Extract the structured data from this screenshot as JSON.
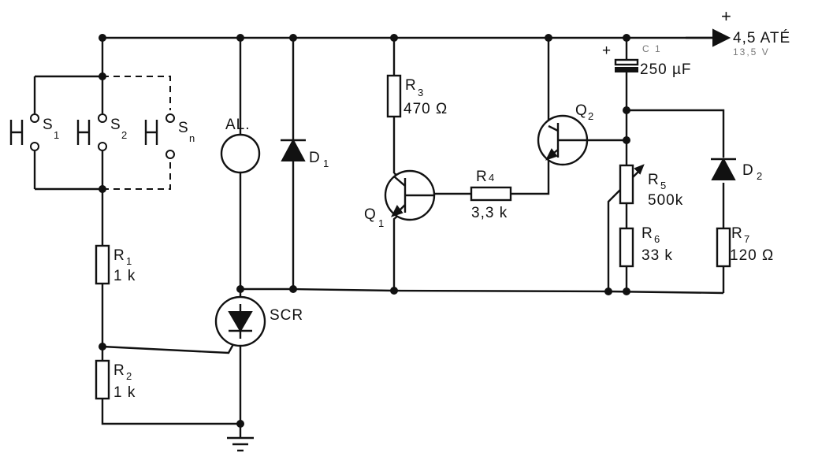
{
  "supply": {
    "polarity": "+",
    "voltage": "4,5 ATÉ",
    "voltage_faint": "13,5 V"
  },
  "switches": [
    {
      "letter": "S",
      "index": "1"
    },
    {
      "letter": "S",
      "index": "2"
    },
    {
      "letter": "S",
      "index": "n"
    }
  ],
  "r1": {
    "name": "R",
    "index": "1",
    "value": "1 k"
  },
  "r2": {
    "name": "R",
    "index": "2",
    "value": "1 k"
  },
  "alarm": {
    "name": "AL."
  },
  "d1": {
    "name": "D",
    "index": "1"
  },
  "scr": {
    "name": "SCR"
  },
  "r3": {
    "name": "R",
    "index": "3",
    "value": "470 Ω"
  },
  "q1": {
    "name": "Q",
    "index": "1"
  },
  "r4": {
    "name": "R",
    "index": "4",
    "value": "3,3 k"
  },
  "q2": {
    "name": "Q",
    "index": "2"
  },
  "c1": {
    "polarity": "+",
    "name": "C 1",
    "value": "250 µF"
  },
  "r5": {
    "name": "R",
    "index": "5",
    "value": "500k"
  },
  "r6": {
    "name": "R",
    "index": "6",
    "value": "33 k"
  },
  "d2": {
    "name": "D",
    "index": "2"
  },
  "r7": {
    "name": "R",
    "index": "7",
    "value": "120 Ω"
  }
}
